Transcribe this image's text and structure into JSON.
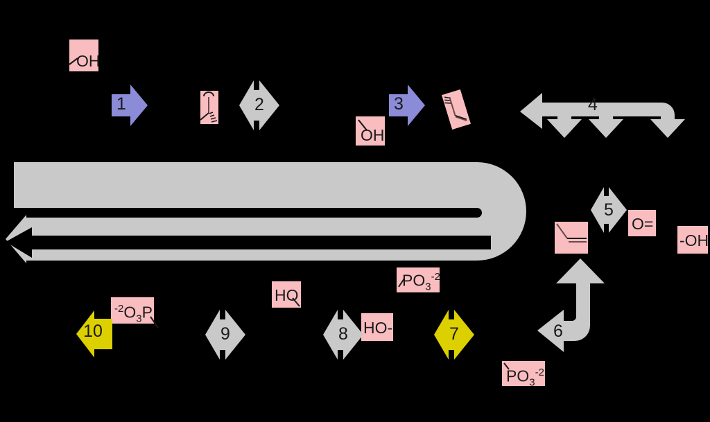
{
  "diagram": {
    "title": "Numbered reaction-step pathway diagram",
    "background_color": "#000000",
    "colors": {
      "highlight_box": "#f9bdc0",
      "arrow_grey": "#c9c9c9",
      "arrow_purple": "#8b8bd8",
      "arrow_yellow": "#ddd000",
      "text": "#1a1a1a"
    }
  },
  "arrows": [
    {
      "id": "arrow-1",
      "label": "1",
      "color": "#8b8bd8",
      "shape": "right-block-arrow",
      "direction": "right"
    },
    {
      "id": "arrow-2",
      "label": "2",
      "color": "#c9c9c9",
      "shape": "double-headed-hexagon",
      "direction": "both"
    },
    {
      "id": "arrow-3",
      "label": "3",
      "color": "#8b8bd8",
      "shape": "right-block-arrow",
      "direction": "right"
    },
    {
      "id": "arrow-4",
      "label": "4",
      "color": "#c9c9c9",
      "shape": "branching-left-down-arrow",
      "direction": "left-and-down"
    },
    {
      "id": "arrow-5",
      "label": "5",
      "color": "#c9c9c9",
      "shape": "double-headed-hexagon",
      "direction": "both"
    },
    {
      "id": "arrow-6",
      "label": "6",
      "color": "#c9c9c9",
      "shape": "curved-up-left-arrow",
      "direction": "up-and-left"
    },
    {
      "id": "arrow-7",
      "label": "7",
      "color": "#ddd000",
      "shape": "double-headed-hexagon",
      "direction": "both"
    },
    {
      "id": "arrow-8",
      "label": "8",
      "color": "#c9c9c9",
      "shape": "double-headed-hexagon",
      "direction": "both"
    },
    {
      "id": "arrow-9",
      "label": "9",
      "color": "#c9c9c9",
      "shape": "double-headed-hexagon",
      "direction": "both"
    },
    {
      "id": "arrow-10",
      "label": "10",
      "color": "#ddd000",
      "shape": "left-block-arrow",
      "direction": "left"
    }
  ],
  "flow_arrows": [
    {
      "id": "hairpin-return-arrow",
      "color": "#c9c9c9",
      "shape": "u-turn-double-left-arrow",
      "direction": "left"
    }
  ],
  "labels": [
    {
      "id": "label-oh-top-left",
      "text": "OH",
      "box": true
    },
    {
      "id": "label-oh-mid-top",
      "text": "OH",
      "box": true
    },
    {
      "id": "label-o-double-bond",
      "text": "O=",
      "box": true
    },
    {
      "id": "label-oh-right",
      "text": "-OH",
      "box": true
    },
    {
      "id": "label-ho-bottom",
      "text": "HO",
      "box": true
    },
    {
      "id": "label-ho-dash",
      "text": "HO-",
      "box": true
    },
    {
      "id": "label-po3-upper",
      "text": "PO3-2",
      "box": true,
      "parts": {
        "base": "PO",
        "sub": "3",
        "sup": "-2"
      }
    },
    {
      "id": "label-po3-lower",
      "text": "PO3-2",
      "box": true,
      "parts": {
        "base": "PO",
        "sub": "3",
        "sup": "-2"
      }
    },
    {
      "id": "label-o3p",
      "text": "-2O3P",
      "box": true,
      "parts": {
        "sup": "-2",
        "base": "O",
        "sub": "3",
        "base2": "P"
      }
    }
  ],
  "structures": [
    {
      "id": "structure-ketone-fragment",
      "description": "pink box with carbonyl and hashed stereo bond"
    },
    {
      "id": "structure-tilted-fragment",
      "description": "rotated pink box with hashed bonds"
    },
    {
      "id": "structure-alkene-fragment",
      "description": "pink box with double bond"
    }
  ]
}
